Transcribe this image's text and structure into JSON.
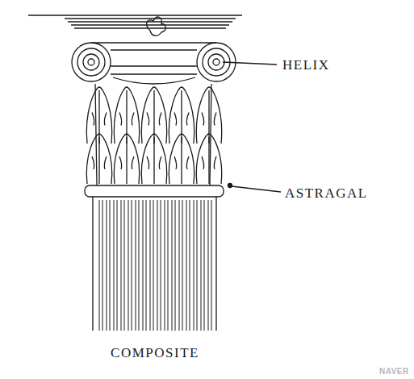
{
  "diagram": {
    "caption": "COMPOSITE",
    "labels": [
      "HELIX",
      "ASTRAGAL",
      "NAVER"
    ]
  }
}
